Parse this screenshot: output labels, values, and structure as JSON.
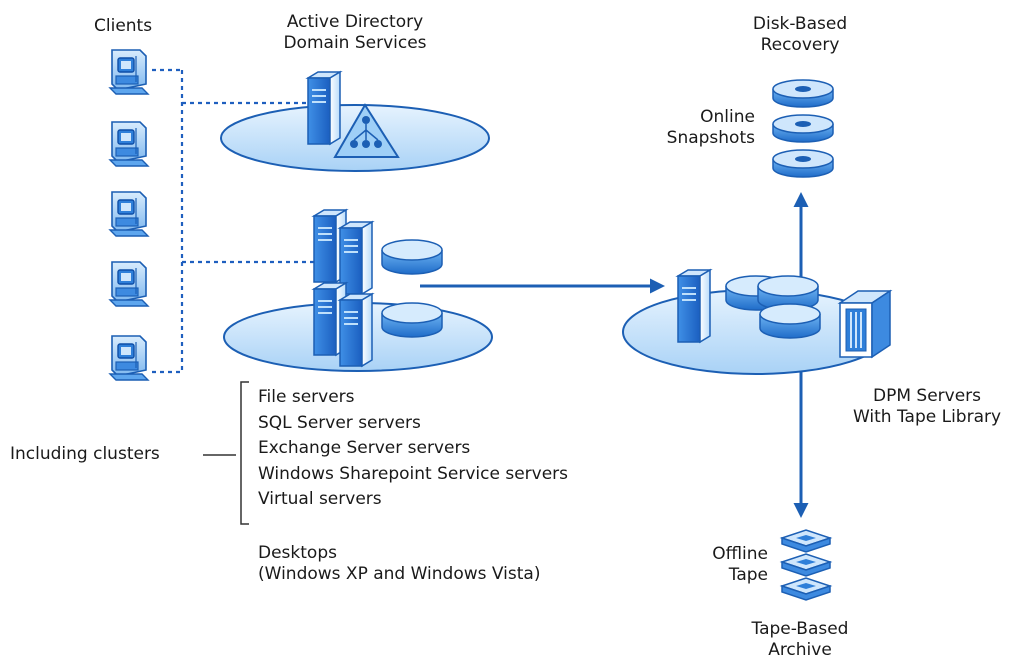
{
  "labels": {
    "clients": "Clients",
    "active_directory": [
      "Active Directory",
      "Domain Services"
    ],
    "disk_based_recovery": [
      "Disk-Based",
      "Recovery"
    ],
    "online_snapshots": [
      "Online",
      "Snapshots"
    ],
    "dpm_servers": [
      "DPM Servers",
      "With Tape Library"
    ],
    "offline_tape": [
      "Offline",
      "Tape"
    ],
    "tape_based_archive": [
      "Tape-Based",
      "Archive"
    ],
    "including_clusters": "Including clusters",
    "server_types": [
      "File servers",
      "SQL Server servers",
      "Exchange Server servers",
      "Windows Sharepoint Service servers",
      "Virtual servers"
    ],
    "desktops": [
      "Desktops",
      "(Windows XP and Windows Vista)"
    ]
  },
  "colors": {
    "blue_dark": "#1c5fb4",
    "blue_mid": "#4a90e2",
    "blue_light": "#bfe0fb",
    "blue_pale": "#e3f2fd",
    "line_dash": "#1f5fbf"
  },
  "icons": [
    "client-computer-icon",
    "server-tower-icon",
    "domain-tree-icon",
    "disk-stack-icon",
    "tape-cartridge-icon",
    "tape-library-icon"
  ]
}
